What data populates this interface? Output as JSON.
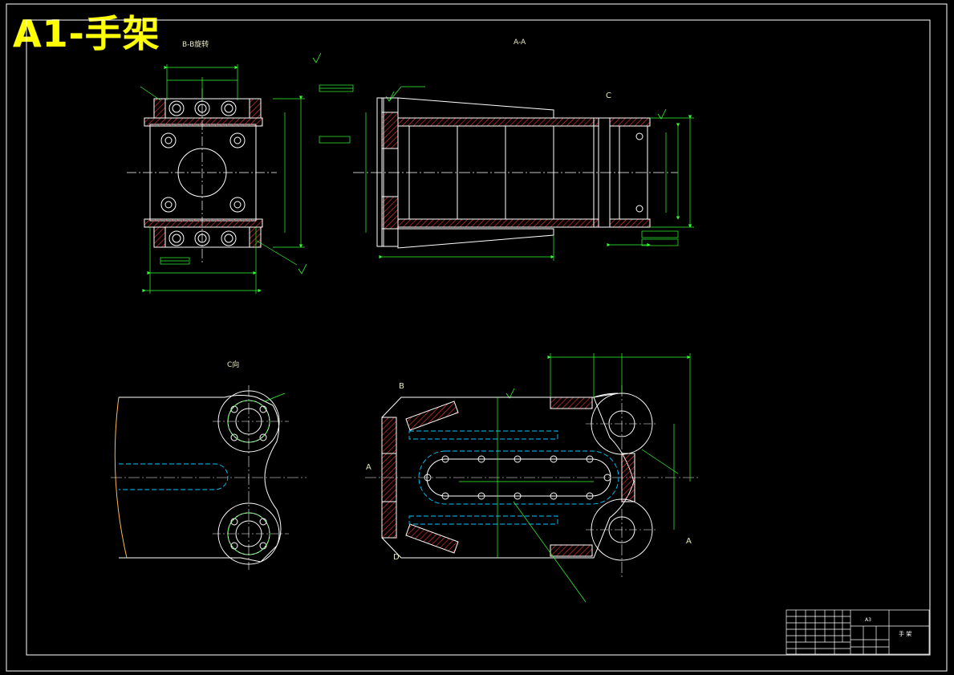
{
  "sheet_title": "A1-手架",
  "views": {
    "bb_view": "B-B旋转",
    "aa_view": "A-A",
    "c_view": "C向",
    "c_marker": "C"
  },
  "section_letters": {
    "A": "A",
    "B": "B",
    "D": "D"
  },
  "title_block": {
    "scale_box": "A3",
    "part_name": "手 架"
  },
  "colors": {
    "background": "#000000",
    "outline": "#ffffff",
    "dimension": "#33ff33",
    "hidden": "#00c8ff",
    "centerline": "#ffffff",
    "hatch": "#ff3333",
    "title": "#ffff00",
    "contour": "#ffb84d"
  }
}
